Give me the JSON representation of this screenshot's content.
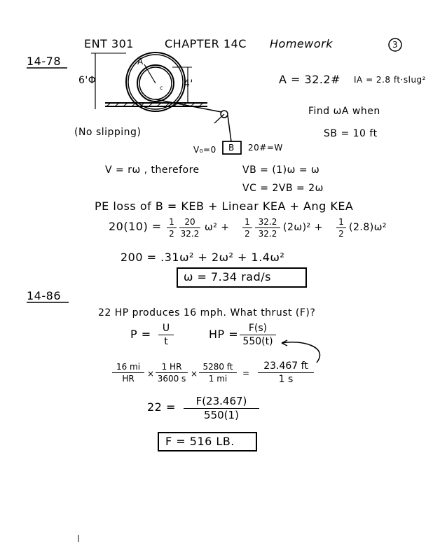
{
  "header": {
    "course": "ENT 301",
    "chapter": "CHAPTER 14C",
    "title": "Homework",
    "page_number": "3"
  },
  "problem_1": {
    "number": "14-78",
    "diameter_outer": "6'Φ",
    "diameter_inner": "4'",
    "label_A": "A",
    "label_c": "c",
    "no_slip": "(No slipping)",
    "v0": "V₀=0",
    "block_label": "B",
    "block_weight": "20#=W",
    "given_A": "A = 32.2#",
    "given_I": "IA = 2.8 ft·slug²",
    "find_line1": "Find ωA when",
    "find_line2": "SB = 10 ft",
    "relation": "V = rω , therefore",
    "vb": "VB = (1)ω = ω",
    "vc": "VC = 2VB = 2ω",
    "energy_eq": "PE loss of B = KEB + Linear KEA + Ang KEA",
    "sub_left": "20(10) =",
    "sub_half1": "1",
    "sub_2a": "2",
    "sub_frac1_num": "20",
    "sub_frac1_den": "32.2",
    "sub_w2a": "ω² +",
    "sub_frac2_num": "32.2",
    "sub_frac2_den": "32.2",
    "sub_term2": "(2ω)² +",
    "sub_term3": "(2.8)ω²",
    "simplified": "200 = .31ω² + 2ω² + 1.4ω²",
    "answer": "ω = 7.34 rad/s"
  },
  "problem_2": {
    "number": "14-86",
    "statement": "22 HP produces 16 mph. What thrust (F)?",
    "p_eq_lhs": "P =",
    "p_num": "U",
    "p_den": "t",
    "hp_lhs": "HP =",
    "hp_num": "F(s)",
    "hp_den": "550(t)",
    "conv_a_num": "16 mi",
    "conv_a_den": "HR",
    "conv_b_num": "1 HR",
    "conv_b_den": "3600 s",
    "conv_c_num": "5280 ft",
    "conv_c_den": "1 mi",
    "conv_result_num": "23.467 ft",
    "conv_result_den": "1 s",
    "times": "×",
    "approx": "=",
    "eq_lhs": "22 =",
    "eq_num": "F(23.467)",
    "eq_den": "550(1)",
    "answer": "F = 516 LB."
  }
}
